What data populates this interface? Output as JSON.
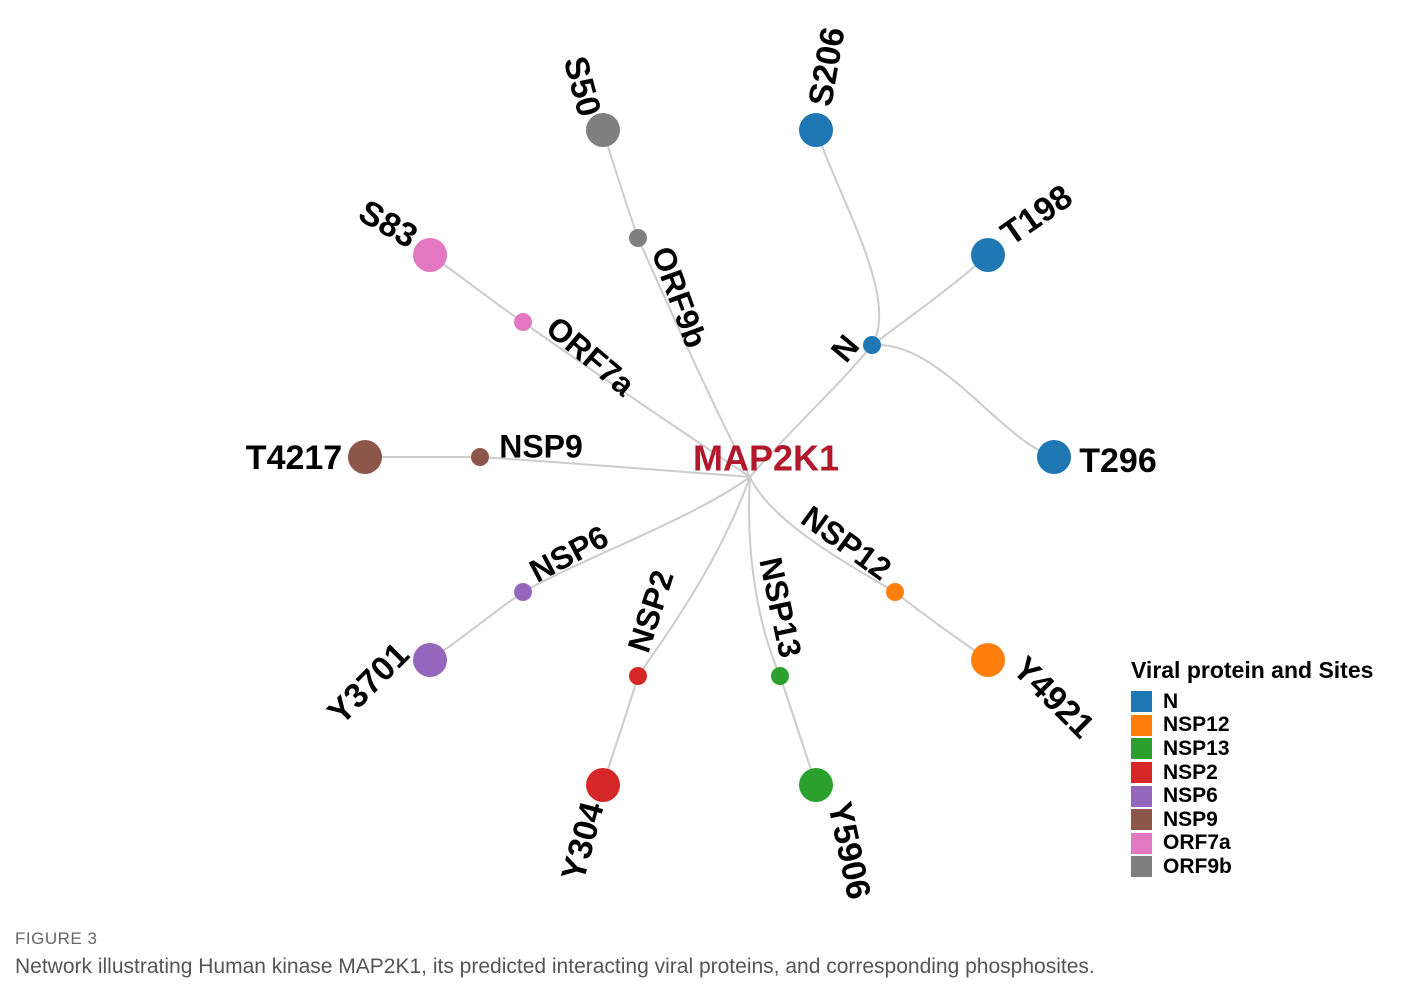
{
  "network": {
    "center": "MAP2K1",
    "center_color": "#b2182b",
    "proteins": [
      {
        "name": "N",
        "color": "#1f77b4",
        "sites": [
          "S206",
          "T198",
          "T296"
        ]
      },
      {
        "name": "NSP12",
        "color": "#ff7f0e",
        "sites": [
          "Y4921"
        ]
      },
      {
        "name": "NSP13",
        "color": "#2ca02c",
        "sites": [
          "Y5906"
        ]
      },
      {
        "name": "NSP2",
        "color": "#d62728",
        "sites": [
          "Y304"
        ]
      },
      {
        "name": "NSP6",
        "color": "#9467bd",
        "sites": [
          "Y3701"
        ]
      },
      {
        "name": "NSP9",
        "color": "#8c564b",
        "sites": [
          "T4217"
        ]
      },
      {
        "name": "ORF7a",
        "color": "#e377c2",
        "sites": [
          "S83"
        ]
      },
      {
        "name": "ORF9b",
        "color": "#7f7f7f",
        "sites": [
          "S50"
        ]
      }
    ]
  },
  "legend": {
    "title": "Viral protein and Sites",
    "items": [
      {
        "label": "N",
        "color": "#1f77b4"
      },
      {
        "label": "NSP12",
        "color": "#ff7f0e"
      },
      {
        "label": "NSP13",
        "color": "#2ca02c"
      },
      {
        "label": "NSP2",
        "color": "#d62728"
      },
      {
        "label": "NSP6",
        "color": "#9467bd"
      },
      {
        "label": "NSP9",
        "color": "#8c564b"
      },
      {
        "label": "ORF7a",
        "color": "#e377c2"
      },
      {
        "label": "ORF9b",
        "color": "#7f7f7f"
      }
    ]
  },
  "caption": {
    "figure_label": "FIGURE 3",
    "text": "Network illustrating Human kinase MAP2K1, its predicted interacting viral proteins, and corresponding phosphosites."
  }
}
